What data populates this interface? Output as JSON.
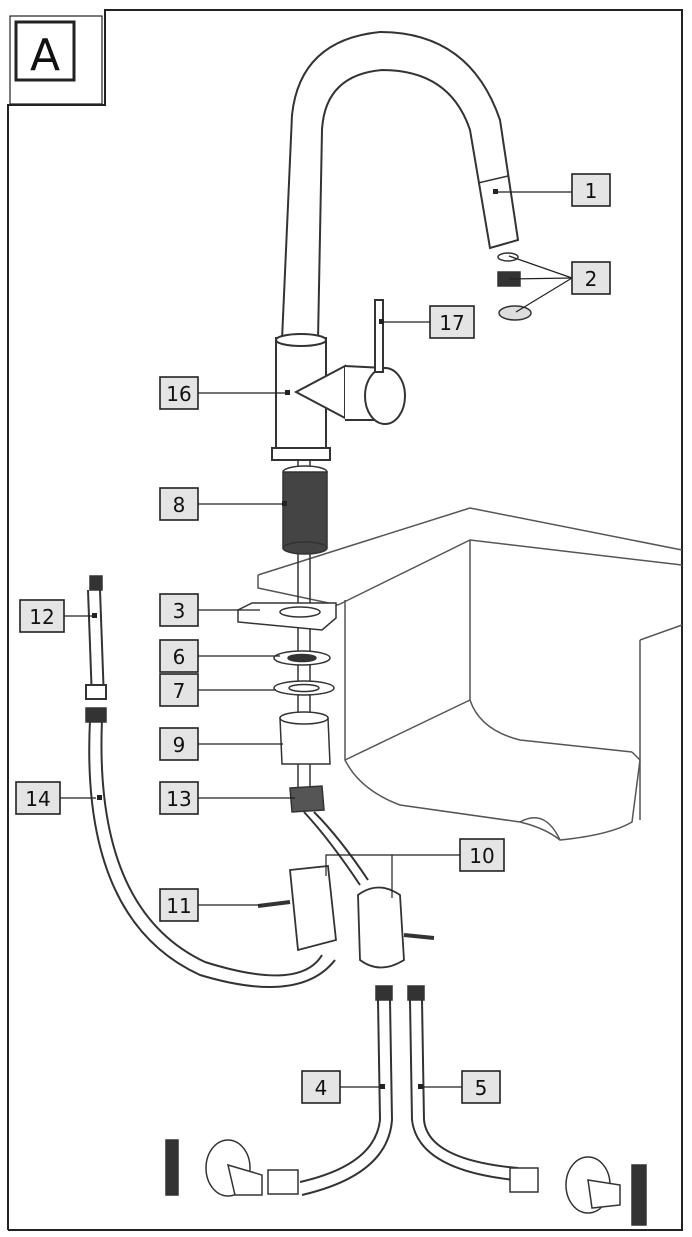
{
  "diagram": {
    "section_letter": "A",
    "labels": [
      "1",
      "2",
      "3",
      "4",
      "5",
      "6",
      "7",
      "8",
      "9",
      "10",
      "11",
      "12",
      "13",
      "14",
      "16",
      "17"
    ]
  }
}
